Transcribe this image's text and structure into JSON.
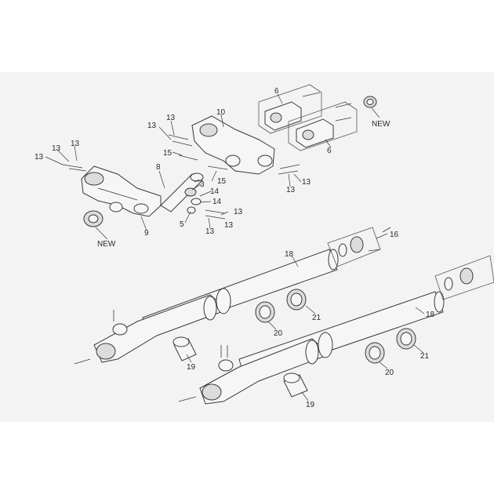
{
  "callouts": {
    "c13a": "13",
    "c13b": "13",
    "c13c": "13",
    "c13d": "13",
    "c13e": "13",
    "c13f": "13",
    "c13g": "13",
    "c13h": "13",
    "c13i": "13",
    "c8": "8",
    "c9": "9",
    "c3": "3",
    "c5": "5",
    "c14a": "14",
    "c14b": "14",
    "c15a": "15",
    "c15b": "15",
    "c10": "10",
    "c6a": "6",
    "c6b": "6",
    "c16": "16",
    "c18a": "18",
    "c18b": "18",
    "c19a": "19",
    "c19b": "19",
    "c20a": "20",
    "c20b": "20",
    "c21a": "21",
    "c21b": "21",
    "new_a": "NEW",
    "new_b": "NEW"
  },
  "colors": {
    "panel_background": "#f3f3f3",
    "line": "#3a3a3a",
    "part_fill": "#f6f6f6"
  }
}
